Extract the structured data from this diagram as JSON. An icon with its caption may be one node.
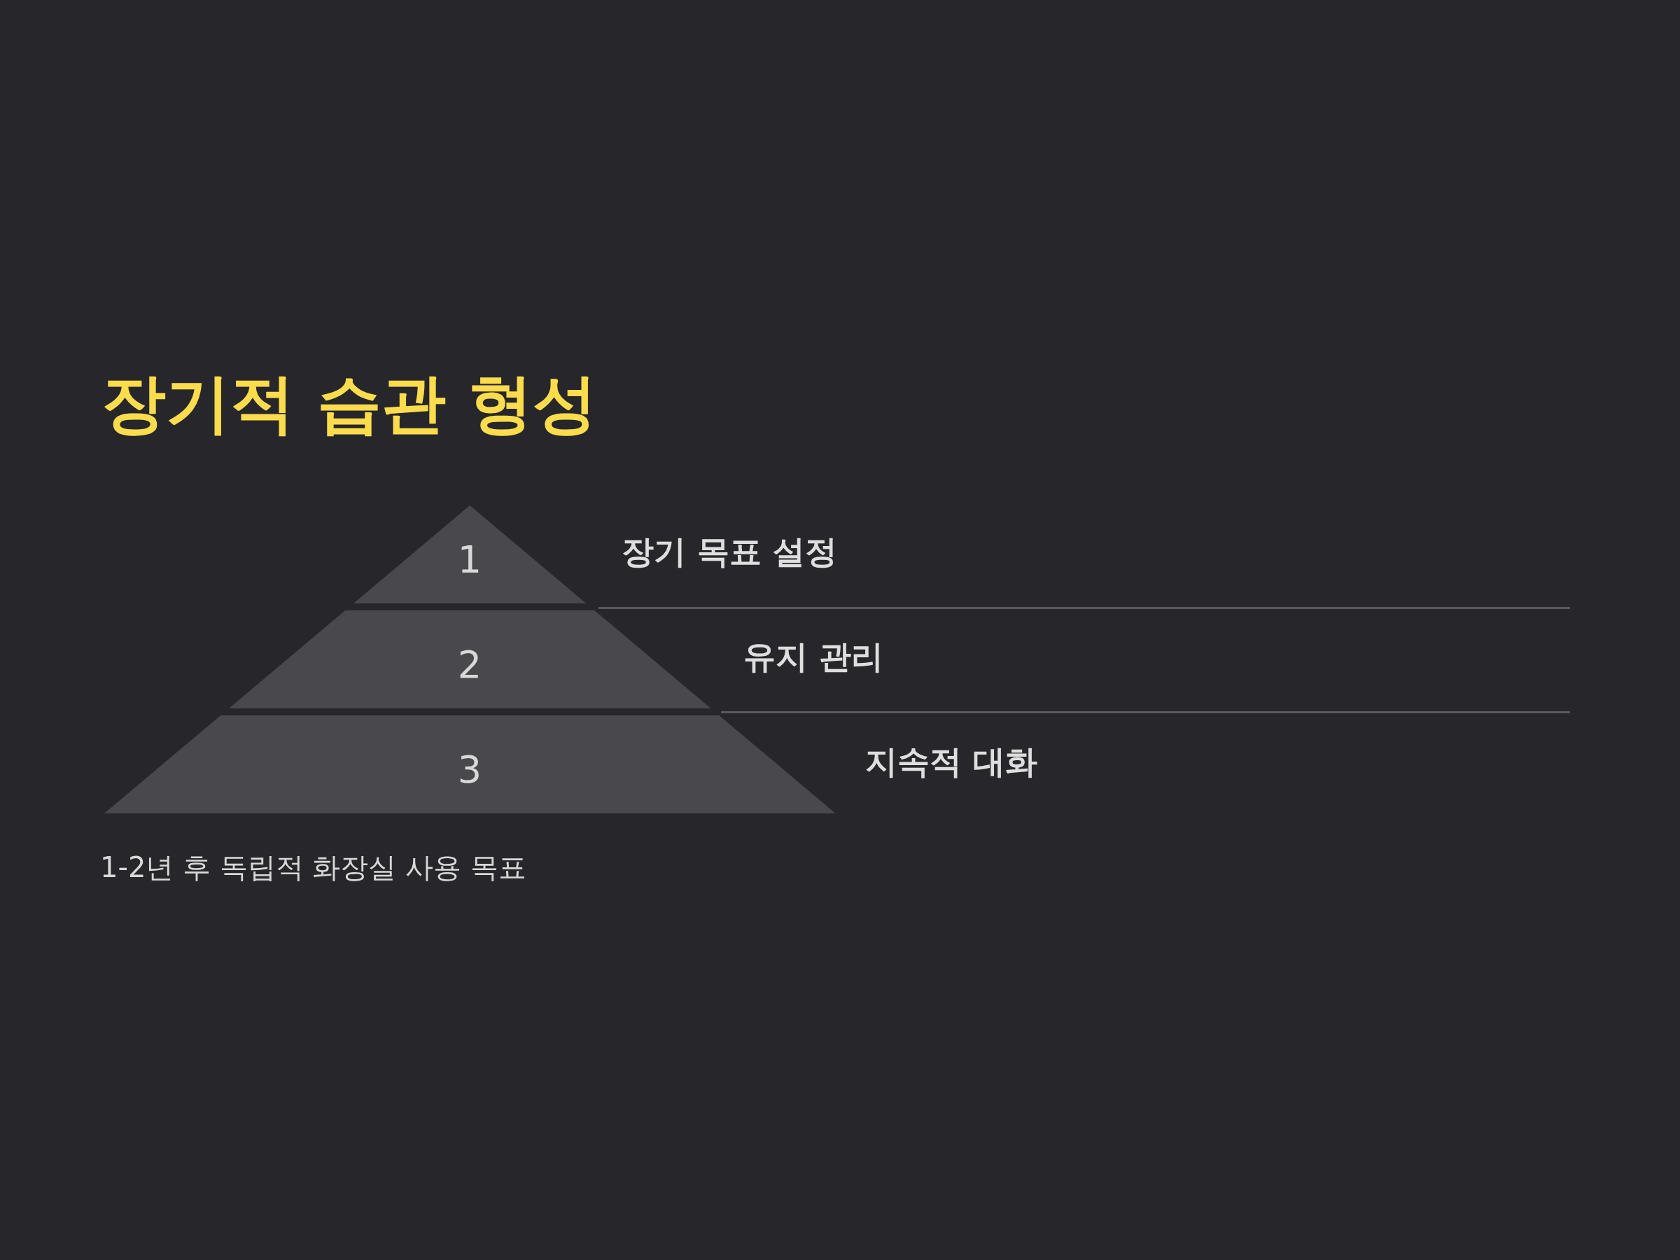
{
  "diagram": {
    "title": "장기적 습관 형성",
    "nodes": [
      {
        "text": [
          "1"
        ],
        "beside": [
          "장기 목표 설정"
        ]
      },
      {
        "text": [
          "2"
        ],
        "beside": [
          "유지 관리"
        ]
      },
      {
        "text": [
          "3"
        ],
        "beside": [
          "지속적 대화"
        ]
      }
    ],
    "labels": [
      "1-2년 후 독립적 화장실 사용 목표"
    ]
  }
}
